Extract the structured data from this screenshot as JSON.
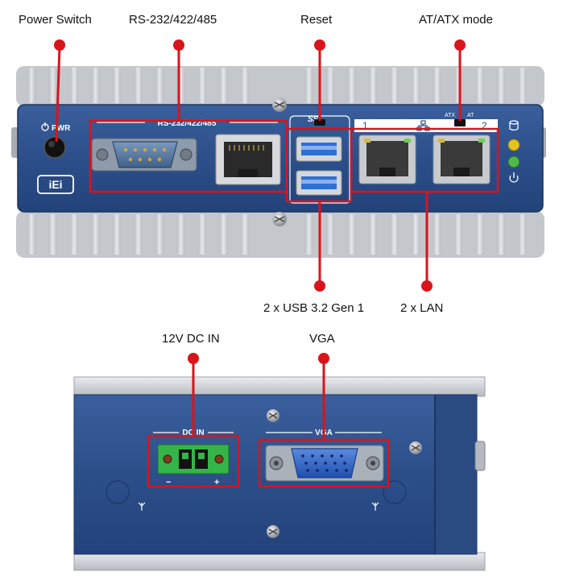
{
  "callouts": {
    "power_switch": "Power Switch",
    "serial": "RS-232/422/485",
    "reset": "Reset",
    "at_atx": "AT/ATX mode",
    "usb": "2 x USB 3.2 Gen 1",
    "lan": "2 x LAN",
    "dc_in": "12V DC IN",
    "vga": "VGA"
  },
  "front_panel": {
    "pwr_label": "PWR",
    "serial_label": "RS-232/422/485",
    "brand_logo": "iEi",
    "usb_logo": "SS",
    "lan_port_1": "1",
    "lan_port_2": "2",
    "mode_atx": "ATX",
    "mode_at": "AT"
  },
  "rear_panel": {
    "dcin_label": "DC IN",
    "minus": "−",
    "plus": "+",
    "vga_label": "VGA"
  },
  "colors": {
    "chassis_blue": "#2c4f8a",
    "heatsink_gray": "#c9ccd1",
    "callout_red": "#d9141b",
    "usb_blue": "#2f6fd6",
    "terminal_green": "#35b44a"
  }
}
